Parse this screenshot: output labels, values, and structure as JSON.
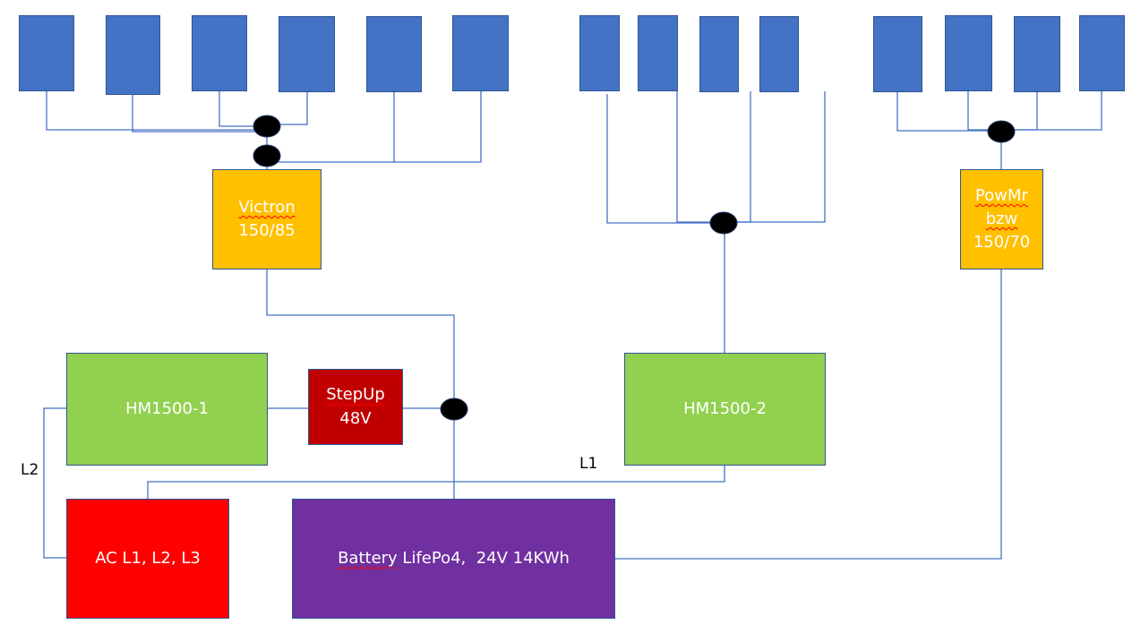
{
  "colors": {
    "panel": "#4472c4",
    "mppt": "#ffc000",
    "inverter": "#92d050",
    "stepup": "#c00000",
    "ac": "#ff0000",
    "battery": "#7030a0",
    "wire": "#4472c4",
    "junction": "#000000"
  },
  "panels": {
    "group_victron_count": 6,
    "group_hm1500_2_count": 4,
    "group_powmr_count": 4
  },
  "components": {
    "victron": {
      "line1": "Victron",
      "line2": "150/85"
    },
    "powmr": {
      "line1": "PowMr",
      "line2": "bzw",
      "line3": "150/70"
    },
    "hm1500_1": {
      "label": "HM1500-1"
    },
    "hm1500_2": {
      "label": "HM1500-2"
    },
    "stepup": {
      "line1": "StepUp",
      "line2": "48V"
    },
    "ac": {
      "label": "AC L1, L2, L3"
    },
    "battery": {
      "word1": "Battery",
      "rest": " LifePo4,  24V 14KWh"
    }
  },
  "wire_labels": {
    "l1": "L1",
    "l2": "L2"
  }
}
